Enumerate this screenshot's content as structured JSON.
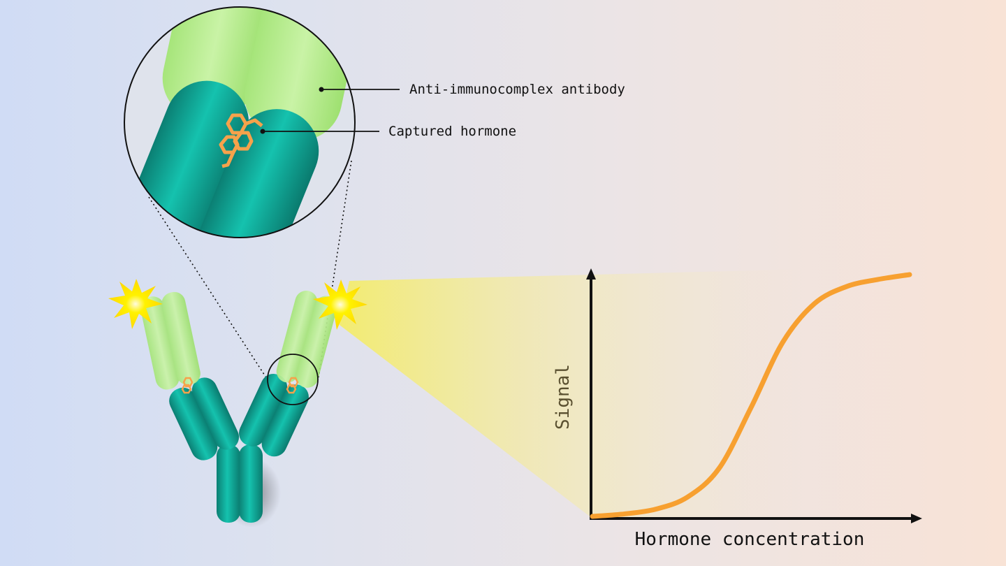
{
  "labels": {
    "antibody": "Anti-immunocomplex antibody",
    "hormone": "Captured hormone"
  },
  "chart_data": {
    "type": "line",
    "xlabel": "Hormone concentration",
    "ylabel": "Signal",
    "curve": "sigmoid",
    "series": [
      {
        "x": [
          0,
          0.1,
          0.2,
          0.3,
          0.4,
          0.5,
          0.6,
          0.7,
          0.8,
          0.9,
          1.0
        ],
        "y": [
          0.0,
          0.01,
          0.03,
          0.08,
          0.2,
          0.45,
          0.72,
          0.88,
          0.95,
          0.98,
          1.0
        ]
      }
    ],
    "ticks": false,
    "grid": false
  },
  "colors": {
    "heavy_chain": "#119e8f",
    "anti_antibody": "#b4ea88",
    "hormone": "#f6a24b",
    "flash": "#fff000",
    "curve": "#f7a030",
    "axis": "#111111"
  }
}
